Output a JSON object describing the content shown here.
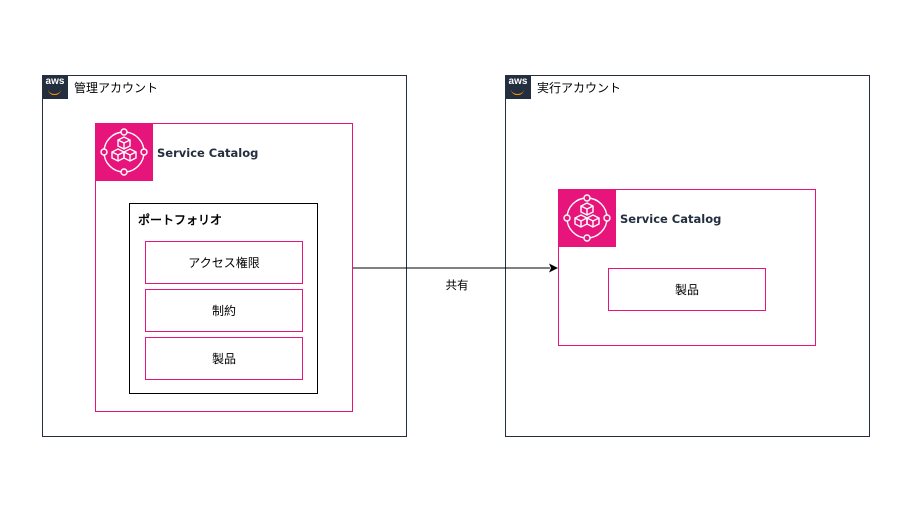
{
  "management_account": {
    "logo_text": "aws",
    "label": "管理アカウント",
    "service_catalog": {
      "label": "Service Catalog",
      "portfolio": {
        "label": "ポートフォリオ",
        "items": [
          "アクセス権限",
          "制約",
          "製品"
        ]
      }
    }
  },
  "execution_account": {
    "logo_text": "aws",
    "label": "実行アカウント",
    "service_catalog": {
      "label": "Service Catalog",
      "product": "製品"
    }
  },
  "share_edge": {
    "label": "共有"
  },
  "colors": {
    "service_catalog": "#e7157b",
    "aws_dark": "#232f3e",
    "aws_orange": "#ff9900"
  },
  "icons": [
    "aws-logo",
    "service-catalog-icon"
  ]
}
